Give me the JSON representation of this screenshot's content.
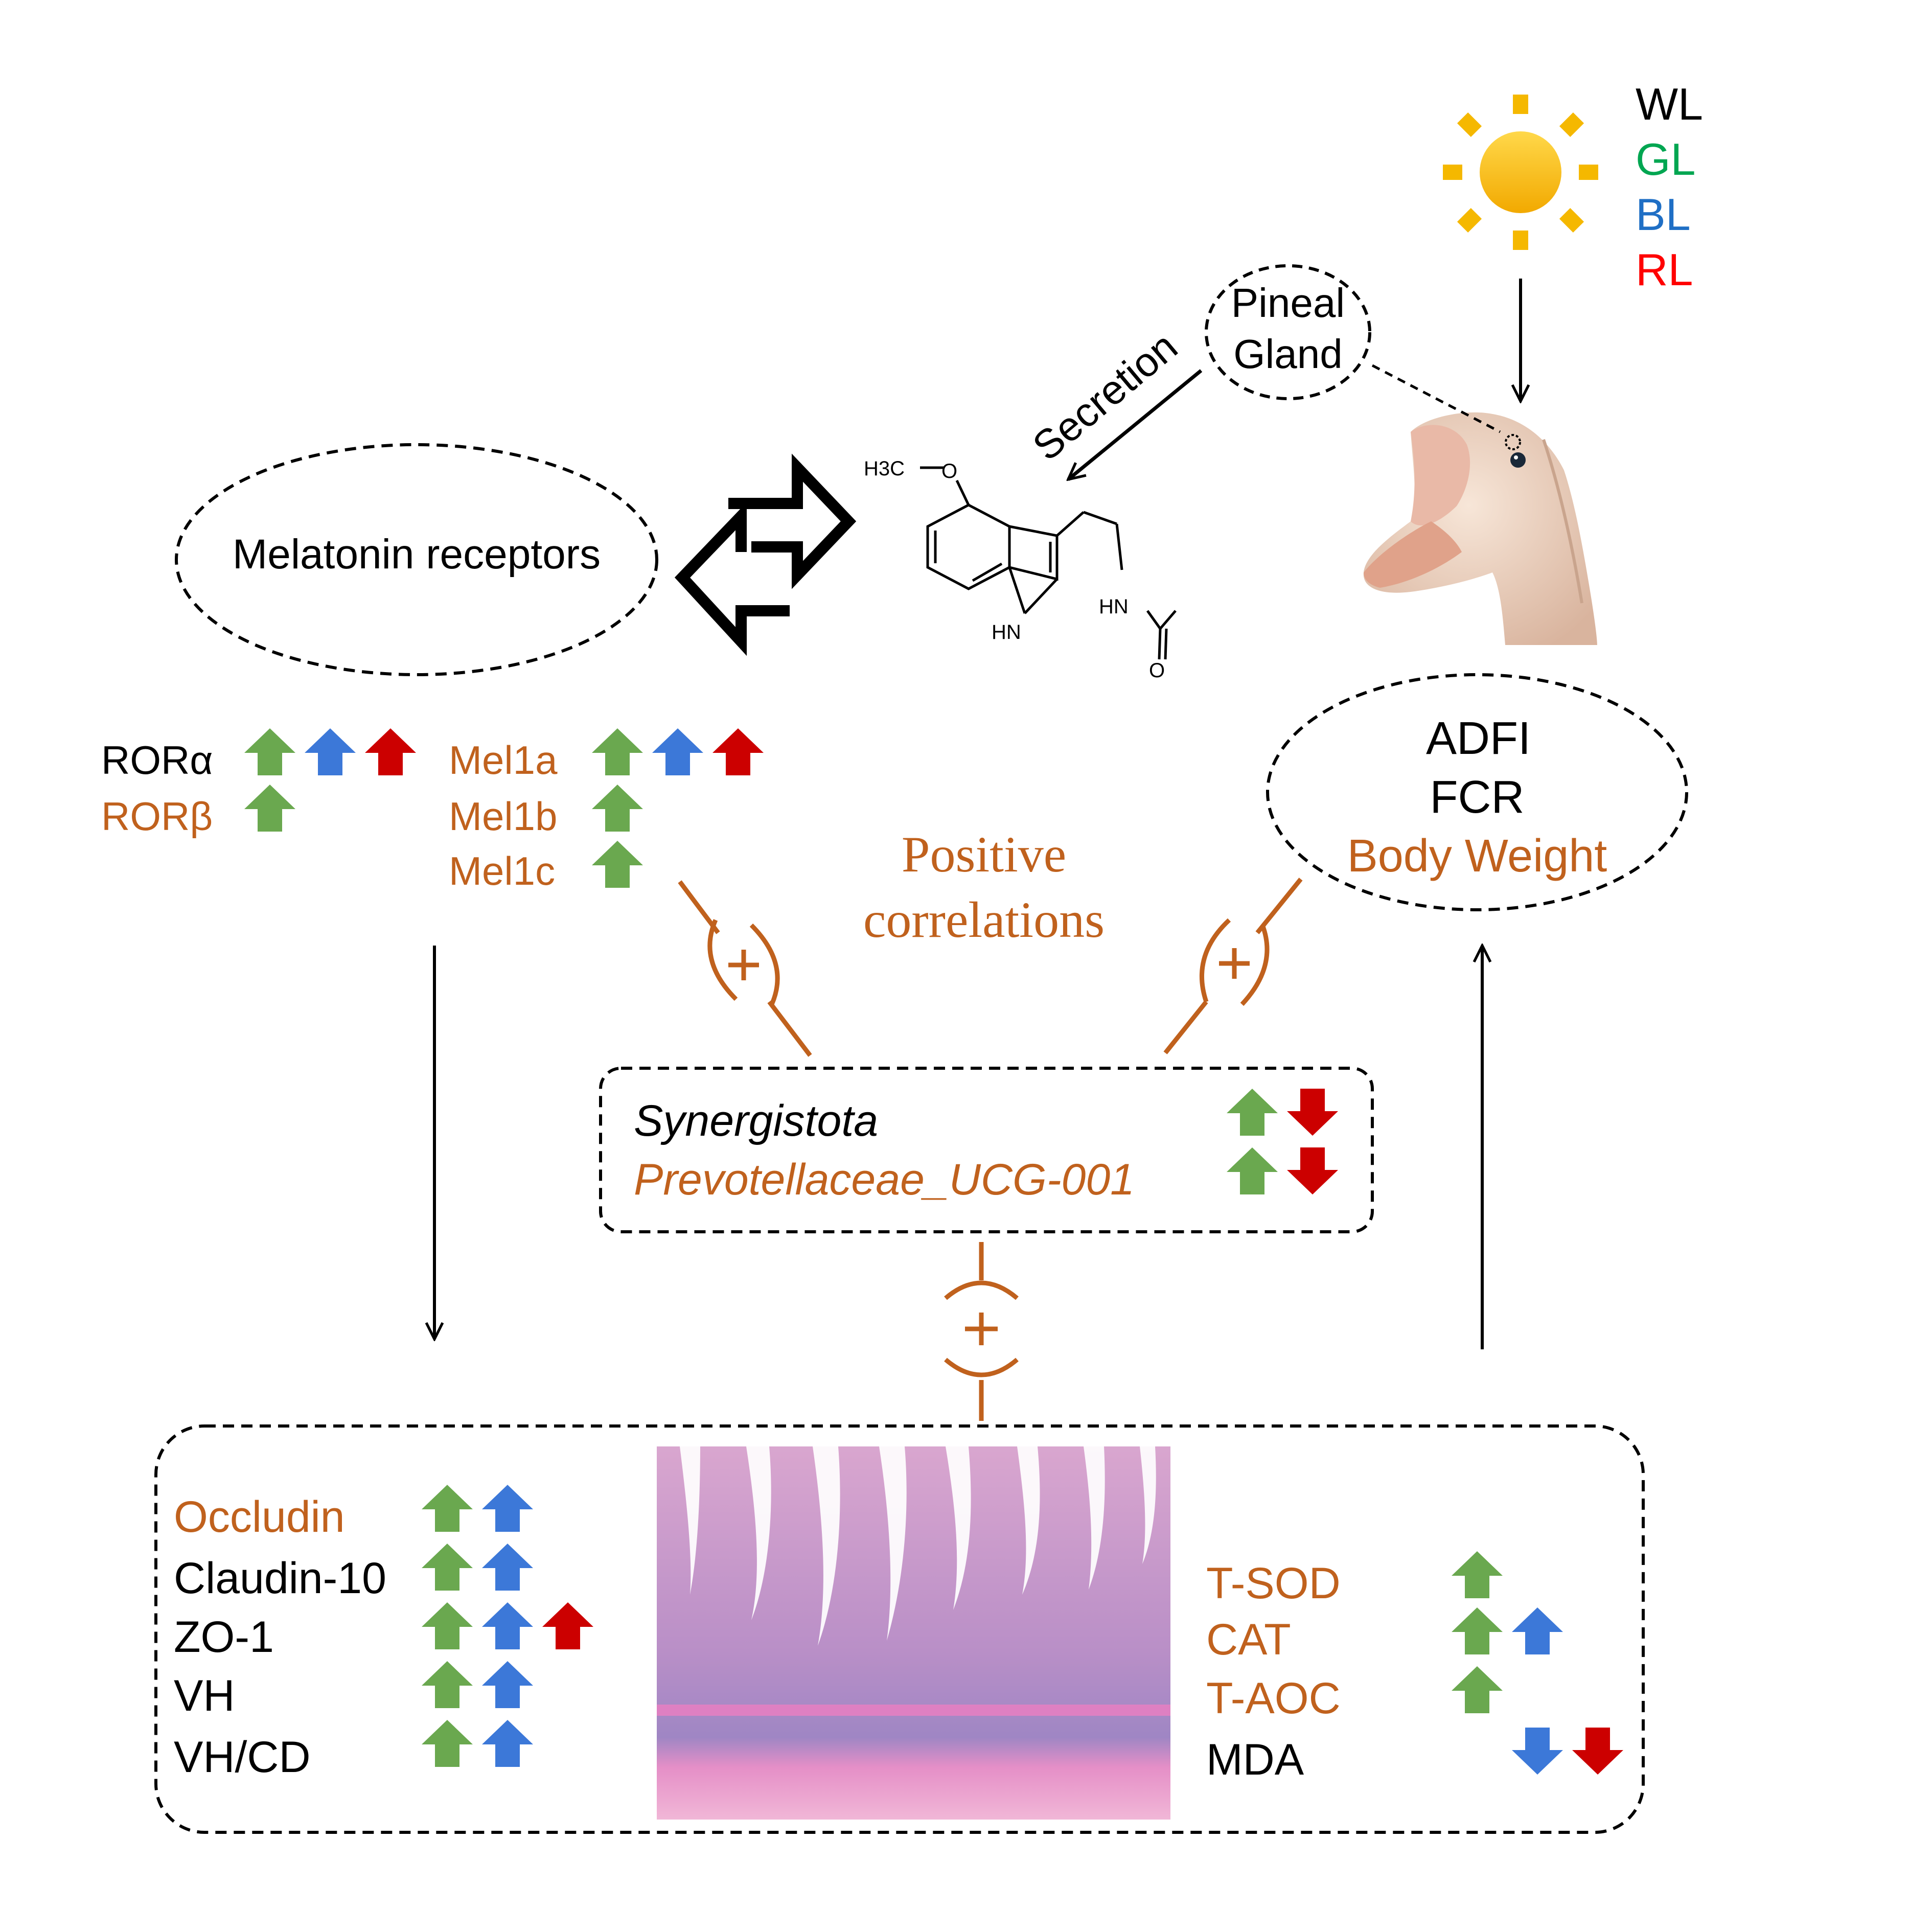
{
  "colors": {
    "orange": "#c0611d",
    "black": "#000000",
    "arrow_green": "#6aa84f",
    "arrow_blue": "#3c78d8",
    "arrow_red": "#cc0000",
    "light_wl": "#000000",
    "light_gl": "#00a651",
    "light_bl": "#1f6fc5",
    "light_rl": "#ff0000",
    "sun": "#f5b800"
  },
  "lights": [
    "WL",
    "GL",
    "BL",
    "RL"
  ],
  "pineal": {
    "line1": "Pineal",
    "line2": "Gland"
  },
  "secretion_label": "Secretion",
  "molecule": {
    "methoxy": "H3C",
    "ether_o": "O",
    "ring_nh": "HN",
    "amide_nh": "HN",
    "carbonyl_o": "O"
  },
  "receptors_label": "Melatonin receptors",
  "ror_genes": [
    {
      "name": "RORα",
      "color": "black",
      "arrows": [
        "up-green",
        "up-blue",
        "up-red"
      ]
    },
    {
      "name": "RORβ",
      "color": "orange",
      "arrows": [
        "up-green"
      ]
    }
  ],
  "mel_genes": [
    {
      "name": "Mel1a",
      "color": "orange",
      "arrows": [
        "up-green",
        "up-blue",
        "up-red"
      ]
    },
    {
      "name": "Mel1b",
      "color": "orange",
      "arrows": [
        "up-green"
      ]
    },
    {
      "name": "Mel1c",
      "color": "orange",
      "arrows": [
        "up-green"
      ]
    }
  ],
  "performance": [
    {
      "name": "ADFI",
      "color": "black"
    },
    {
      "name": "FCR",
      "color": "black"
    },
    {
      "name": "Body Weight",
      "color": "orange"
    }
  ],
  "positive_label": {
    "line1": "Positive",
    "line2": "correlations"
  },
  "plus_sign": "+",
  "microbiota": [
    {
      "name": "Synergistota",
      "color": "black",
      "arrows": [
        "up-green",
        "down-red"
      ]
    },
    {
      "name": "Prevotellaceae_UCG-001",
      "color": "orange",
      "arrows": [
        "up-green",
        "down-red"
      ]
    }
  ],
  "barrier": [
    {
      "name": "Occludin",
      "color": "orange",
      "arrows": [
        "up-green",
        "up-blue"
      ]
    },
    {
      "name": "Claudin-10",
      "color": "black",
      "arrows": [
        "up-green",
        "up-blue"
      ]
    },
    {
      "name": "ZO-1",
      "color": "black",
      "arrows": [
        "up-green",
        "up-blue",
        "up-red"
      ]
    },
    {
      "name": "VH",
      "color": "black",
      "arrows": [
        "up-green",
        "up-blue"
      ]
    },
    {
      "name": "VH/CD",
      "color": "black",
      "arrows": [
        "up-green",
        "up-blue"
      ]
    }
  ],
  "antioxidant": [
    {
      "name": "T-SOD",
      "color": "orange",
      "arrows": [
        "up-green"
      ]
    },
    {
      "name": "CAT",
      "color": "orange",
      "arrows": [
        "up-green",
        "up-blue"
      ]
    },
    {
      "name": "T-AOC",
      "color": "orange",
      "arrows": [
        "up-green"
      ]
    },
    {
      "name": "MDA",
      "color": "black",
      "arrows": [
        "down-blue",
        "down-red"
      ]
    }
  ]
}
